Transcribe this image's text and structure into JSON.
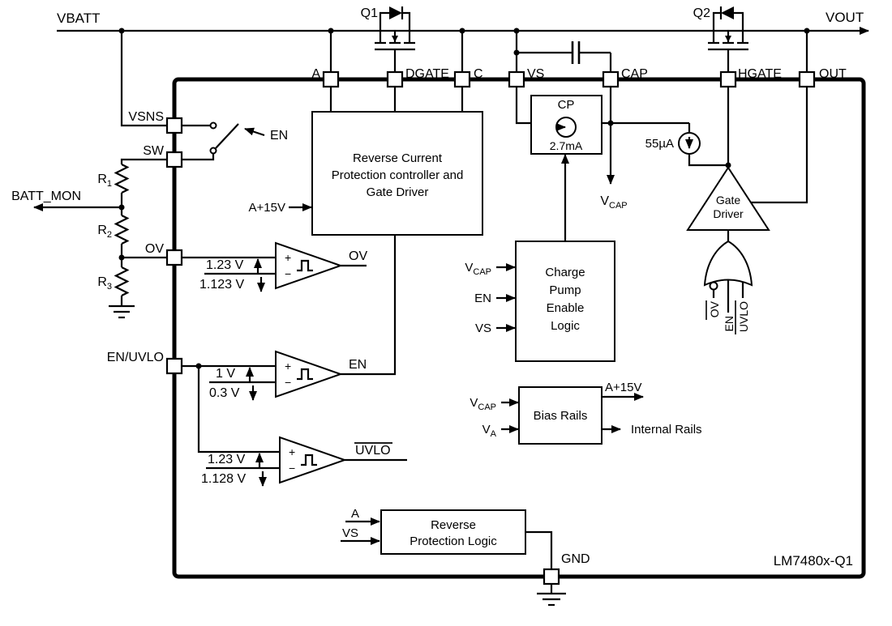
{
  "diagram": {
    "part_number": "LM7480x-Q1",
    "nets": {
      "vbatt": "VBATT",
      "vout": "VOUT",
      "batt_mon": "BATT_MON"
    },
    "transistors": {
      "q1": "Q1",
      "q2": "Q2"
    },
    "pins": {
      "a": "A",
      "dgate": "DGATE",
      "c": "C",
      "vs": "VS",
      "cap": "CAP",
      "hgate": "HGATE",
      "out": "OUT",
      "vsns": "VSNS",
      "sw": "SW",
      "ov": "OV",
      "en_uvlo": "EN/UVLO",
      "gnd": "GND"
    },
    "resistors": {
      "r1": {
        "base": "R",
        "sub": "1"
      },
      "r2": {
        "base": "R",
        "sub": "2"
      },
      "r3": {
        "base": "R",
        "sub": "3"
      }
    },
    "switch": {
      "control": "EN"
    },
    "rcp_block": {
      "line1": "Reverse Current",
      "line2": "Protection controller and",
      "line3": "Gate Driver",
      "supply_in": "A+15V"
    },
    "comparators": {
      "plus": "+",
      "minus": "−",
      "ov": {
        "output": "OV",
        "rising": "1.23 V",
        "falling": "1.123 V"
      },
      "en": {
        "output": "EN",
        "rising": "1 V",
        "falling": "0.3 V"
      },
      "uvlo": {
        "output": "UVLO",
        "rising": "1.23 V",
        "falling": "1.128 V"
      }
    },
    "charge_pump": {
      "title": "CP",
      "current": "2.7mA"
    },
    "vcap": {
      "base": "V",
      "sub": "CAP"
    },
    "va": {
      "base": "V",
      "sub": "A"
    },
    "bias_current": "55µA",
    "cp_enable": {
      "line1": "Charge",
      "line2": "Pump",
      "line3": "Enable",
      "line4": "Logic",
      "in_en": "EN",
      "in_vs": "VS"
    },
    "gate_driver": {
      "line1": "Gate",
      "line2": "Driver"
    },
    "or_gate": {
      "in_ov": "OV",
      "in_en": "EN",
      "in_uvlo": "UVLO"
    },
    "bias_rails": {
      "title": "Bias Rails",
      "out1": "A+15V",
      "out2": "Internal Rails"
    },
    "rpl_block": {
      "line1": "Reverse",
      "line2": "Protection Logic",
      "in_a": "A",
      "in_vs": "VS"
    }
  }
}
